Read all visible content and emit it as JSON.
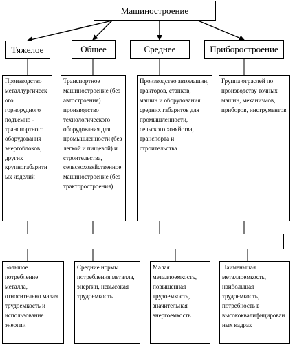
{
  "root": {
    "title": "Машиностроение"
  },
  "branches": [
    {
      "header": "Тяжелое",
      "description": "Производство металлургического горнорудного подъемно - транспортного оборудования энергоблоков, других крупногабаритных изделий"
    },
    {
      "header": "Общее",
      "description": "Транспортное машиностроение (без автостроения) производство технологического оборудования для промышленности (без легкой и пищевой) и строительства, сельскохозяйственное машиностроение (без тракторостроения)"
    },
    {
      "header": "Среднее",
      "description": "Производство автомашин, тракторов, станков, машин и оборудования средних габаритов для промышленности, сельского хозяйства, транспорта и строительства"
    },
    {
      "header": "Приборостроение",
      "description": "Группа отраслей по производству точных машин, механизмов, приборов, инструментов"
    }
  ],
  "characteristics": [
    "Большое потребление металла, относительно малая трудоемкость и использование энергии",
    "Средние нормы потребления металла, энергии, невысокая трудоемкость",
    "Малая металлоемкость, повышенная трудоемкость, значительная энергоемкость",
    "Наименьшая металлоемкость, наибольшая трудоемкость, потребность в высококвалифицированных кадрах"
  ]
}
